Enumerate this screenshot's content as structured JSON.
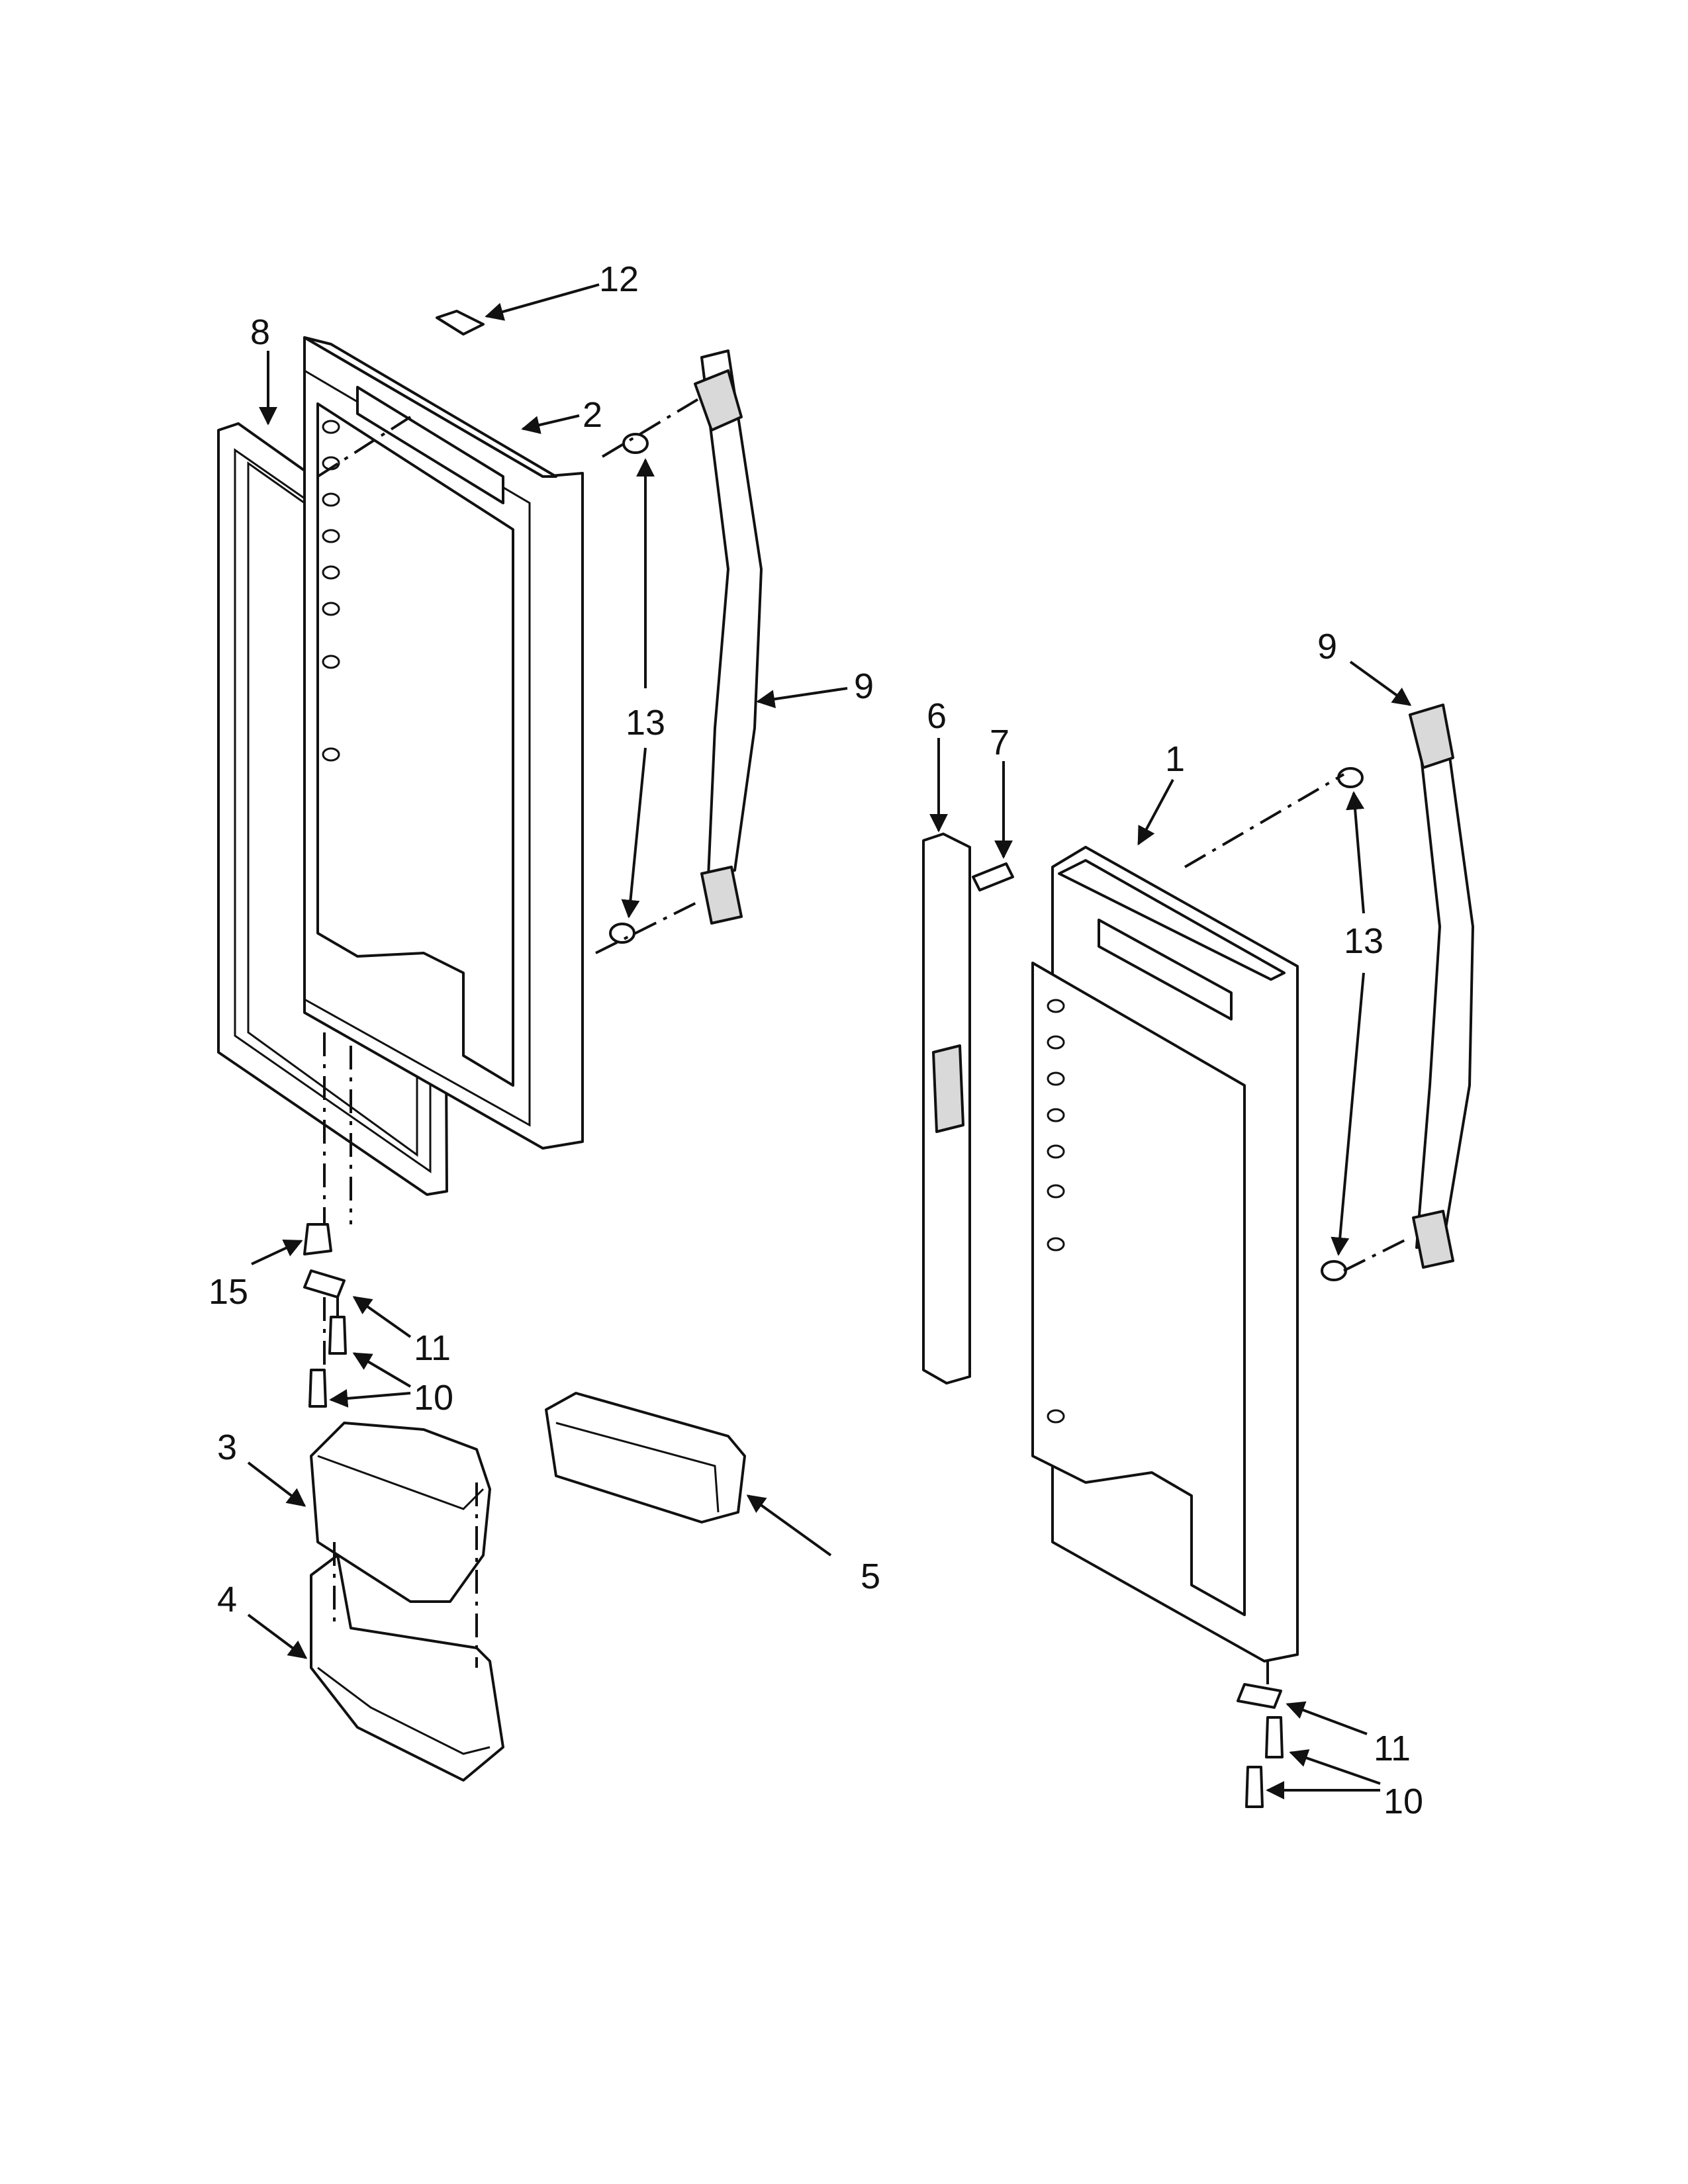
{
  "callouts": {
    "c1": "1",
    "c2": "2",
    "c3": "3",
    "c4": "4",
    "c5": "5",
    "c6": "6",
    "c7": "7",
    "c8": "8",
    "c9_left": "9",
    "c9_right": "9",
    "c10_left": "10",
    "c10_right": "10",
    "c11_left": "11",
    "c11_right": "11",
    "c12": "12",
    "c13_left": "13",
    "c13_right": "13",
    "c15": "15"
  },
  "colors": {
    "line": "#111111",
    "background": "#ffffff",
    "shade": "#d9d9d9"
  }
}
